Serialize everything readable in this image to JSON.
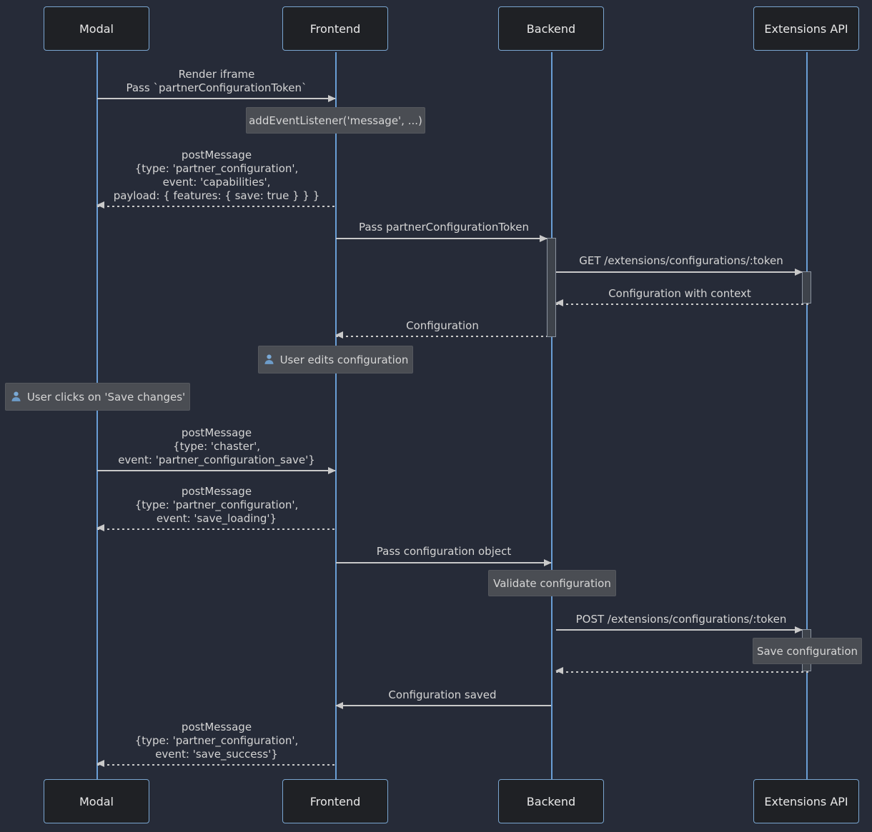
{
  "diagram_type": "sequence",
  "theme": {
    "background": "#262b38",
    "actor_fill": "#1f2125",
    "actor_border": "#7aa6d1",
    "lifeline_color": "#6a9ed6",
    "note_fill": "#4a4d53",
    "activation_fill": "#3e434b",
    "message_text_color": "#d4d4d4",
    "arrow_color": "#c9c9c9",
    "person_icon_color": "#7aa9d6"
  },
  "actors": [
    {
      "id": "modal",
      "label": "Modal"
    },
    {
      "id": "frontend",
      "label": "Frontend"
    },
    {
      "id": "backend",
      "label": "Backend"
    },
    {
      "id": "extensions_api",
      "label": "Extensions API"
    }
  ],
  "messages": [
    {
      "from": "Modal",
      "to": "Frontend",
      "kind": "solid",
      "text": "Render iframe\nPass `partnerConfigurationToken`"
    },
    {
      "from": "Frontend",
      "to": "Modal",
      "kind": "dashed",
      "text": "postMessage\n{type: 'partner_configuration',\nevent: 'capabilities',\npayload: { features: { save: true } } }"
    },
    {
      "from": "Frontend",
      "to": "Backend",
      "kind": "solid",
      "text": "Pass partnerConfigurationToken"
    },
    {
      "from": "Backend",
      "to": "Extensions API",
      "kind": "solid",
      "text": "GET /extensions/configurations/:token"
    },
    {
      "from": "Extensions API",
      "to": "Backend",
      "kind": "dashed",
      "text": "Configuration with context"
    },
    {
      "from": "Backend",
      "to": "Frontend",
      "kind": "dashed",
      "text": "Configuration"
    },
    {
      "from": "Modal",
      "to": "Frontend",
      "kind": "solid",
      "text": "postMessage\n{type: 'chaster',\nevent: 'partner_configuration_save'}"
    },
    {
      "from": "Frontend",
      "to": "Modal",
      "kind": "dashed",
      "text": "postMessage\n{type: 'partner_configuration',\nevent: 'save_loading'}"
    },
    {
      "from": "Frontend",
      "to": "Backend",
      "kind": "solid",
      "text": "Pass configuration object"
    },
    {
      "from": "Backend",
      "to": "Extensions API",
      "kind": "solid",
      "text": "POST /extensions/configurations/:token"
    },
    {
      "from": "Extensions API",
      "to": "Backend",
      "kind": "dashed",
      "text": ""
    },
    {
      "from": "Backend",
      "to": "Frontend",
      "kind": "solid",
      "text": "Configuration saved"
    },
    {
      "from": "Frontend",
      "to": "Modal",
      "kind": "dashed",
      "text": "postMessage\n{type: 'partner_configuration',\nevent: 'save_success'}"
    }
  ],
  "notes": [
    {
      "over": "Frontend",
      "has_person_icon": false,
      "text": "addEventListener('message', ...)"
    },
    {
      "over": "Frontend",
      "has_person_icon": true,
      "text": "User edits configuration"
    },
    {
      "over": "Modal",
      "has_person_icon": true,
      "text": "User clicks on 'Save changes'"
    },
    {
      "over": "Backend",
      "has_person_icon": false,
      "text": "Validate configuration"
    },
    {
      "over": "Extensions API",
      "has_person_icon": false,
      "text": "Save configuration"
    }
  ]
}
